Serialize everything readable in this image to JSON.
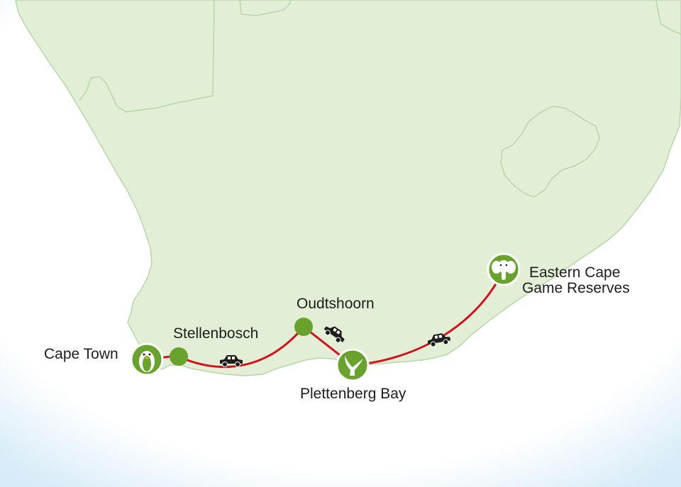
{
  "map": {
    "colors": {
      "land": "#e2efd6",
      "land_border": "#b6d7a8",
      "sea_light": "#ffffff",
      "sea_edge": "#d8ecf7",
      "route": "#d0141f",
      "stop": "#6aa22e",
      "label_text": "#1d1d1b"
    },
    "stops": [
      {
        "id": "cape-town",
        "name": "Cape Town",
        "icon": "penguin-icon"
      },
      {
        "id": "stellenbosch",
        "name": "Stellenbosch",
        "icon": "none"
      },
      {
        "id": "oudtshoorn",
        "name": "Oudtshoorn",
        "icon": "none"
      },
      {
        "id": "plettenberg-bay",
        "name": "Plettenberg Bay",
        "icon": "whale-tail-icon"
      },
      {
        "id": "eastern-cape",
        "name_line1": "Eastern Cape",
        "name_line2": "Game Reserves",
        "icon": "elephant-icon"
      }
    ],
    "transport_icons": [
      "car-icon",
      "car-icon",
      "car-icon"
    ]
  }
}
